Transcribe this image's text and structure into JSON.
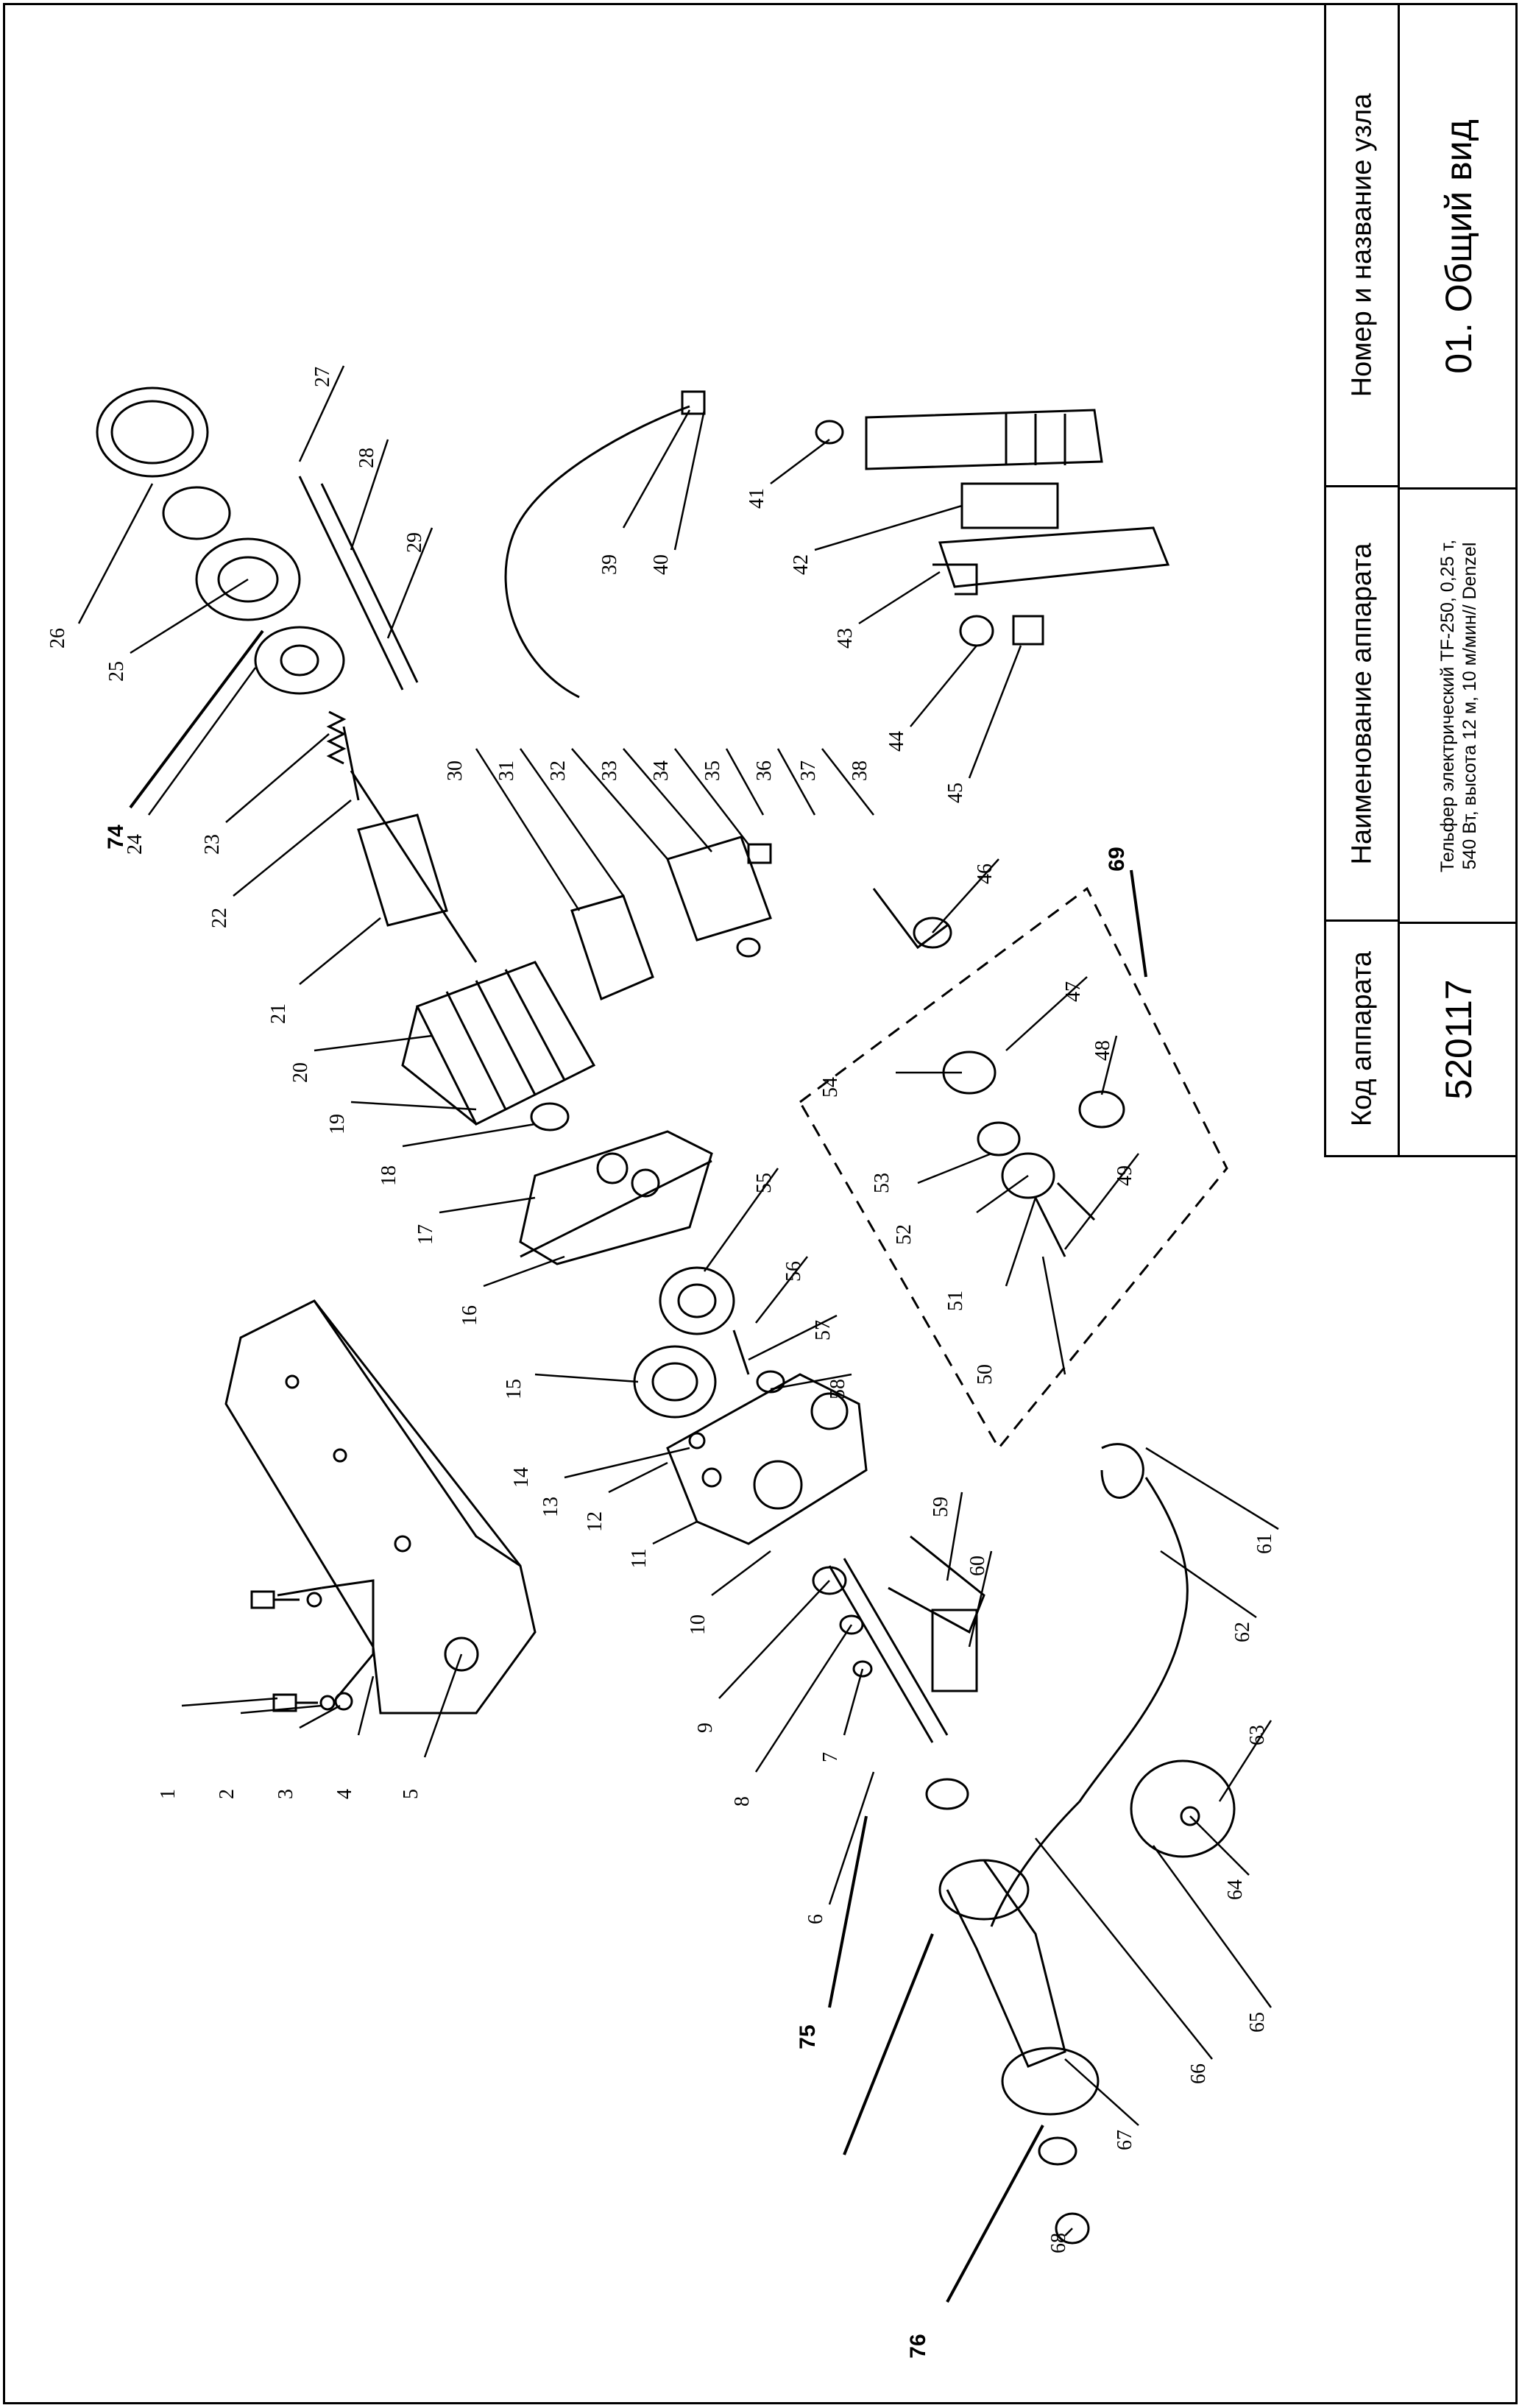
{
  "title_block": {
    "code_header": "Код аппарата",
    "code_value": "520117",
    "name_header": "Наименование аппарата",
    "name_value": "Тельфер электрический TF-250, 0,25 т, 540 Вт, высота 12 м, 10 м/мин// Denzel",
    "node_header": "Номер и название узла",
    "node_value": "01. Общий вид"
  },
  "part_labels": [
    "1",
    "2",
    "3",
    "4",
    "5",
    "6",
    "7",
    "8",
    "9",
    "10",
    "11",
    "12",
    "13",
    "14",
    "15",
    "16",
    "17",
    "18",
    "19",
    "20",
    "21",
    "22",
    "23",
    "24",
    "25",
    "26",
    "27",
    "28",
    "29",
    "30",
    "31",
    "32",
    "33",
    "34",
    "35",
    "36",
    "37",
    "38",
    "39",
    "40",
    "41",
    "42",
    "43",
    "44",
    "45",
    "46",
    "47",
    "48",
    "49",
    "50",
    "51",
    "52",
    "53",
    "54",
    "55",
    "56",
    "57",
    "58",
    "59",
    "60",
    "61",
    "62",
    "63",
    "64",
    "65",
    "66",
    "67",
    "68"
  ],
  "extra_labels": [
    "69",
    "74",
    "75",
    "76"
  ]
}
